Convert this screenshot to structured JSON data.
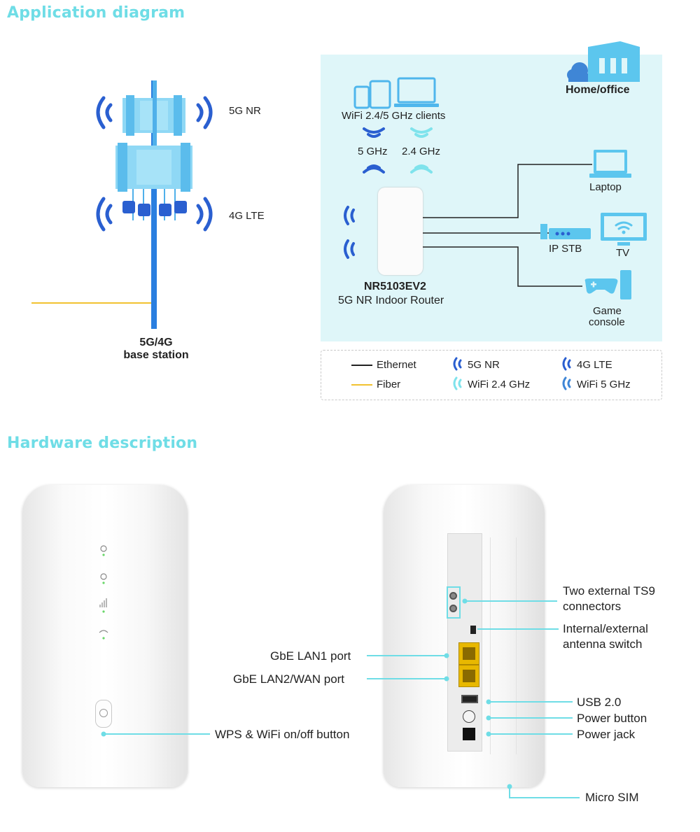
{
  "sections": {
    "application_title": "Application diagram",
    "hardware_title": "Hardware description"
  },
  "base_station": {
    "band_5g": "5G NR",
    "band_4g": "4G LTE",
    "title_line1": "5G/4G",
    "title_line2": "base station"
  },
  "home": {
    "title": "Home/office",
    "clients_label": "WiFi 2.4/5 GHz clients",
    "band_5ghz": "5 GHz",
    "band_24ghz": "2.4 GHz",
    "router_model": "NR5103EV2",
    "router_desc": "5G NR Indoor Router",
    "laptop": "Laptop",
    "ip_stb": "IP STB",
    "tv": "TV",
    "game_line1": "Game",
    "game_line2": "console"
  },
  "legend": {
    "ethernet": "Ethernet",
    "fiber": "Fiber",
    "nr5g": "5G NR",
    "wifi24": "WiFi 2.4 GHz",
    "lte4g": "4G LTE",
    "wifi5": "WiFi 5 GHz"
  },
  "hardware": {
    "wps": "WPS & WiFi on/off button",
    "lan1": "GbE LAN1 port",
    "lan2": "GbE LAN2/WAN port",
    "ts9_line1": "Two external TS9",
    "ts9_line2": "connectors",
    "antenna_line1": "Internal/external",
    "antenna_line2": "antenna switch",
    "usb": "USB 2.0",
    "power_button": "Power button",
    "power_jack": "Power jack",
    "micro_sim": "Micro SIM"
  },
  "colors": {
    "accent": "#6fdde6",
    "nr_blue": "#2a5fd0",
    "antenna_blue": "#5bc0f0",
    "panel": "#dff6f9",
    "fiber": "#f2c230",
    "port_yellow": "#e8b800"
  }
}
